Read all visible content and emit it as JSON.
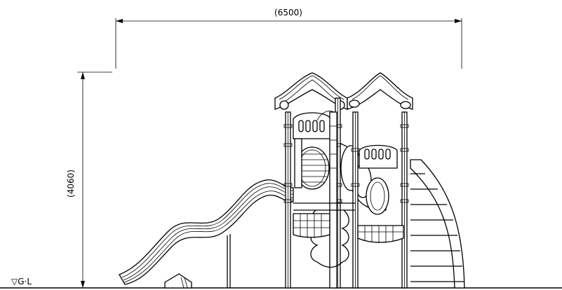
{
  "dimensions": {
    "width_label": "(6500)",
    "height_label": "(4060)"
  },
  "ground_level": {
    "label": "▽G·L"
  }
}
